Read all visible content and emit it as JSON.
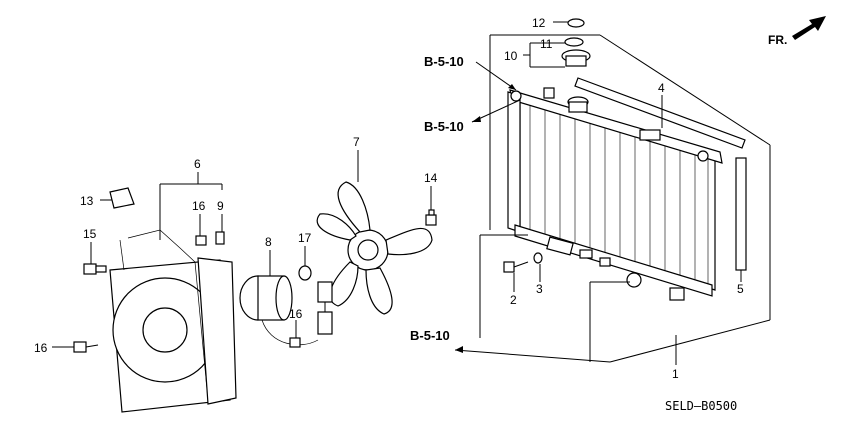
{
  "direction_label": "FR.",
  "diagram_code": "SELD–B0500",
  "reference_labels": {
    "upper_1": "B-5-10",
    "upper_2": "B-5-10",
    "lower": "B-5-10"
  },
  "callouts": {
    "p1": "1",
    "p2": "2",
    "p3": "3",
    "p4": "4",
    "p5": "5",
    "p6": "6",
    "p7": "7",
    "p8": "8",
    "p9": "9",
    "p10": "10",
    "p11": "11",
    "p12": "12",
    "p13": "13",
    "p14": "14",
    "p15": "15",
    "p16a": "16",
    "p16b": "16",
    "p16c": "16",
    "p17": "17"
  }
}
